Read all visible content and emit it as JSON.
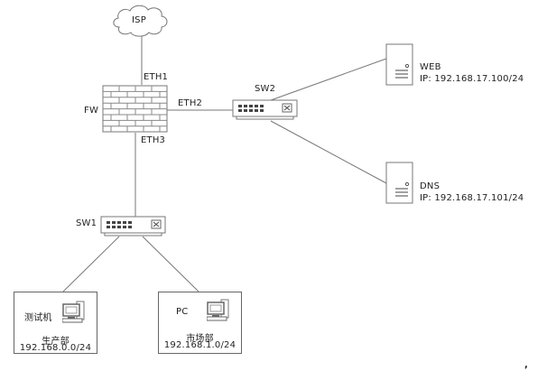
{
  "diagram": {
    "nodes": {
      "isp": {
        "label": "ISP",
        "icon": "cloud-icon"
      },
      "firewall": {
        "label": "FW",
        "icon": "firewall-brick-icon",
        "ports": {
          "eth1": "ETH1",
          "eth2": "ETH2",
          "eth3": "ETH3"
        }
      },
      "sw2": {
        "label": "SW2",
        "icon": "switch-icon"
      },
      "sw1": {
        "label": "SW1",
        "icon": "switch-icon"
      },
      "web": {
        "label": "WEB",
        "ip": "IP: 192.168.17.100/24",
        "icon": "server-icon"
      },
      "dns": {
        "label": "DNS",
        "ip": "IP: 192.168.17.101/24",
        "icon": "server-icon"
      },
      "test_pc": {
        "label": "测试机",
        "dept": "生产部",
        "subnet": "192.168.0.0/24",
        "icon": "computer-icon"
      },
      "pc": {
        "label": "PC",
        "dept": "市场部",
        "subnet": "192.168.1.0/24",
        "icon": "computer-icon"
      }
    },
    "links": [
      [
        "isp",
        "firewall.eth1"
      ],
      [
        "firewall.eth2",
        "sw2"
      ],
      [
        "firewall.eth3",
        "sw1"
      ],
      [
        "sw2",
        "web"
      ],
      [
        "sw2",
        "dns"
      ],
      [
        "sw1",
        "test_pc"
      ],
      [
        "sw1",
        "pc"
      ]
    ],
    "trailing_mark": ","
  }
}
